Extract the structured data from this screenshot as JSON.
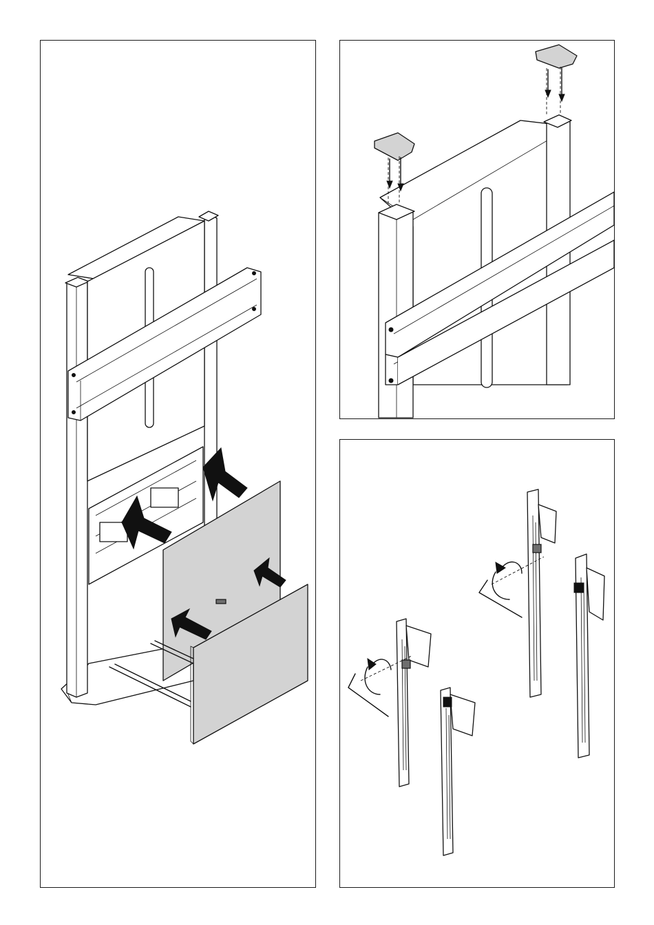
{
  "figure": {
    "panels": [
      {
        "id": "stand-assembly",
        "illustrates": [
          "stand",
          "mounting-rail",
          "floor-base",
          "cover-plate",
          "push-arrow"
        ]
      },
      {
        "id": "end-caps",
        "illustrates": [
          "column-top",
          "end-cap",
          "down-arrow"
        ]
      },
      {
        "id": "bracket-adjustment",
        "illustrates": [
          "hanger-bracket",
          "hex-key",
          "rotate-arrow"
        ]
      }
    ],
    "colors": {
      "line": "#111111",
      "fill_grey": "#d3d3d3",
      "fill_dark": "#6e6e6e",
      "background": "#ffffff"
    }
  }
}
